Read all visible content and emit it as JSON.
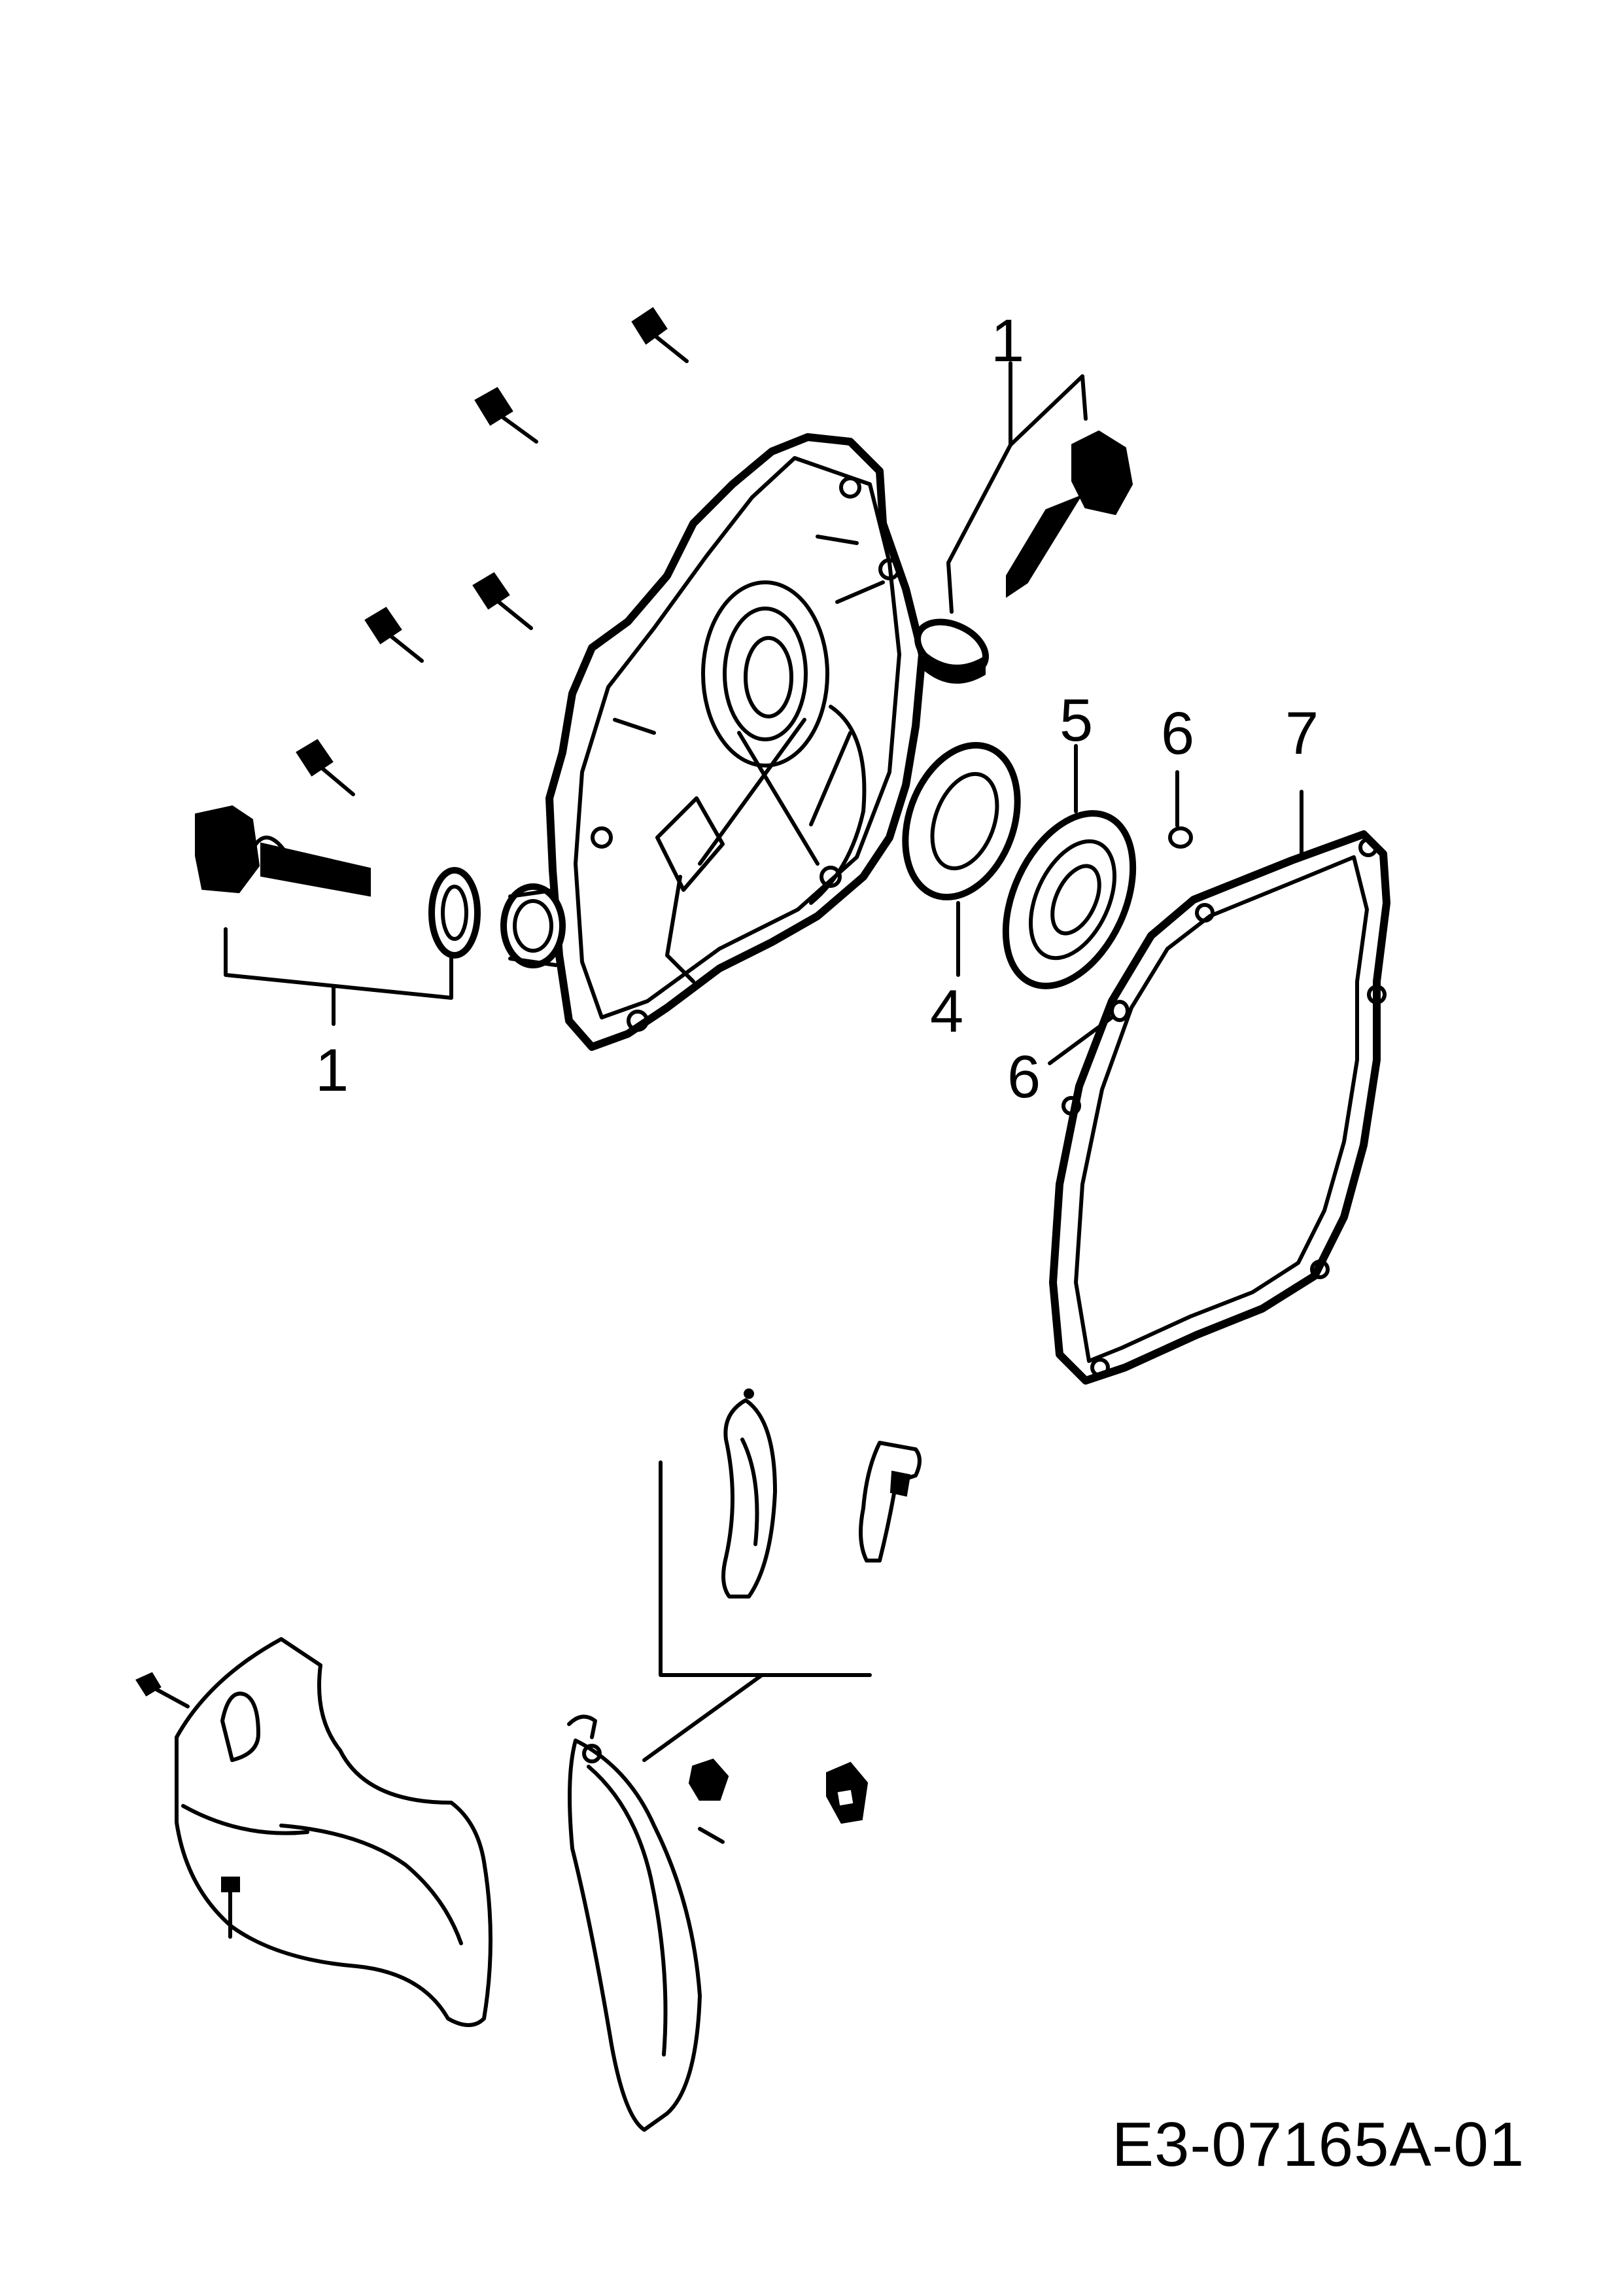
{
  "callouts": [
    {
      "id": "c1a",
      "label": "1"
    },
    {
      "id": "c1b",
      "label": "1"
    },
    {
      "id": "c4",
      "label": "4"
    },
    {
      "id": "c5",
      "label": "5"
    },
    {
      "id": "c6a",
      "label": "6"
    },
    {
      "id": "c6b",
      "label": "6"
    },
    {
      "id": "c7",
      "label": "7"
    }
  ],
  "document_id": "E3-07165A-01"
}
